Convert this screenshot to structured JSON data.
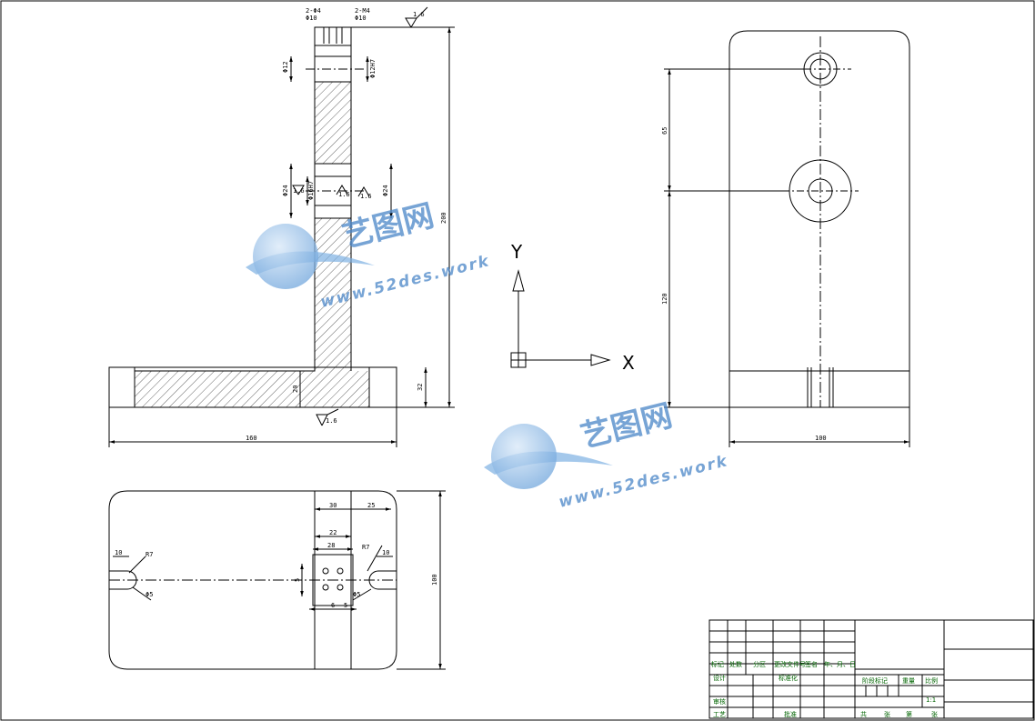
{
  "drawing": {
    "front_view": {
      "hole_callouts": [
        "2-Φ4",
        "2-M4",
        "Φ10",
        "Φ10"
      ],
      "surface_marks": [
        "1.6",
        "1.6",
        "1.6",
        "1.6",
        "1.6"
      ],
      "dims": {
        "bore_left": "Φ12",
        "bore_right": "Φ12H7",
        "mid_left": "Φ24",
        "mid_fit": "Φ16H7",
        "mid_right": "Φ24",
        "overall_height": "200",
        "base_right": "32",
        "base_left": "20",
        "width": "160"
      }
    },
    "side_view": {
      "dims": {
        "upper": "65",
        "lower": "120",
        "width": "100"
      }
    },
    "top_view": {
      "dims": {
        "top_a": "30",
        "top_b": "25",
        "mid_22": "22",
        "mid_28": "28",
        "slot_left": "10",
        "slot_right": "10",
        "radius_left": "R7",
        "radius_right": "R7",
        "diag_left": "Φ5",
        "diag_right": "Φ5",
        "small_5": "5",
        "bottom_6": "6",
        "bottom_5": "5",
        "height": "100"
      }
    },
    "axes": {
      "x": "X",
      "y": "Y"
    }
  },
  "title_block": {
    "row_labels": [
      "标记",
      "处数",
      "分区",
      "更改文件号",
      "签名",
      "年、月、日"
    ],
    "design": "设计",
    "standardize": "标准化",
    "stage_mark": "阶段标记",
    "weight": "重量",
    "scale_label": "比例",
    "scale_value": "1:1",
    "review": "审核",
    "process": "工艺",
    "approve": "批准",
    "total": "共",
    "sheet_a": "张",
    "page": "第",
    "sheet_b": "张"
  },
  "watermark": {
    "cn": "艺图网",
    "url": "www.52des.work"
  }
}
